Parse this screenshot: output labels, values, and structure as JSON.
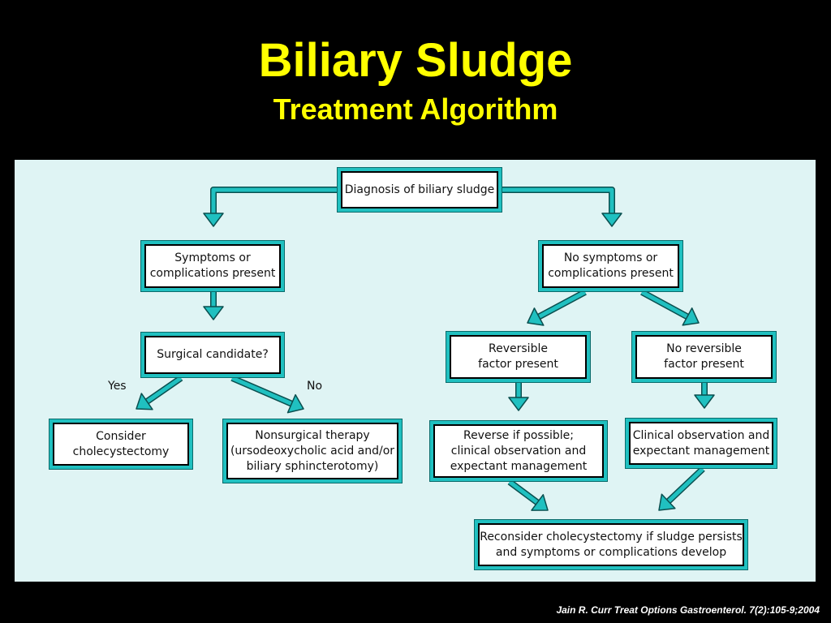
{
  "title": "Biliary Sludge",
  "subtitle": "Treatment Algorithm",
  "citation": "Jain R. Curr Treat Options Gastroenterol. 7(2):105-9;2004",
  "colors": {
    "background": "#000000",
    "title": "#ffff00",
    "panel": "#dff4f4",
    "box_frame": "#20c0c0",
    "arrow": "#20c0c0"
  },
  "flowchart": {
    "nodes": {
      "diagnosis": "Diagnosis of biliary sludge",
      "symptoms": "Symptoms or\ncomplications present",
      "no_symptoms": "No symptoms or\ncomplications present",
      "surgical": "Surgical candidate?",
      "reversible": "Reversible\nfactor present",
      "no_reversible": "No reversible\nfactor present",
      "cholecystectomy": "Consider\ncholecystectomy",
      "nonsurgical": "Nonsurgical therapy\n(ursodeoxycholic acid and/or\nbiliary sphincterotomy)",
      "reverse": "Reverse if possible;\nclinical observation and\nexpectant management",
      "observation": "Clinical observation and\nexpectant management",
      "reconsider": "Reconsider cholecystectomy if sludge persists\nand symptoms or complications develop"
    },
    "branch_labels": {
      "yes": "Yes",
      "no": "No"
    },
    "edges": [
      [
        "diagnosis",
        "symptoms"
      ],
      [
        "diagnosis",
        "no_symptoms"
      ],
      [
        "symptoms",
        "surgical"
      ],
      [
        "surgical",
        "cholecystectomy"
      ],
      [
        "surgical",
        "nonsurgical"
      ],
      [
        "no_symptoms",
        "reversible"
      ],
      [
        "no_symptoms",
        "no_reversible"
      ],
      [
        "reversible",
        "reverse"
      ],
      [
        "no_reversible",
        "observation"
      ],
      [
        "reverse",
        "reconsider"
      ],
      [
        "observation",
        "reconsider"
      ]
    ]
  }
}
